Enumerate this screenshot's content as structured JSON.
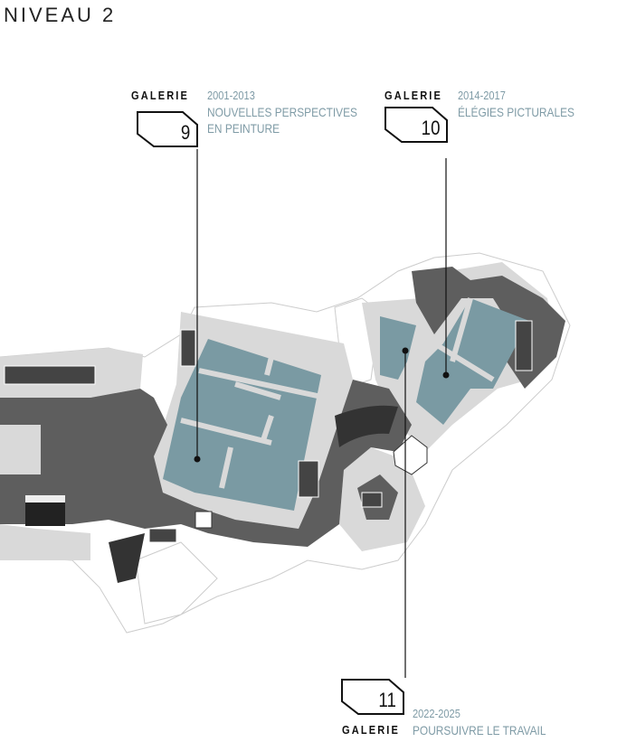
{
  "title": "NIVEAU 2",
  "colors": {
    "gallery": "#7a9aa3",
    "corridor": "#5e5e5e",
    "wall": "#d9d9d9",
    "text_accent": "#7f9ba6"
  },
  "galleries": [
    {
      "label": "GALERIE",
      "number": "9",
      "years": "2001-2013",
      "name_lines": [
        "NOUVELLES PERSPECTIVES",
        "EN PEINTURE"
      ]
    },
    {
      "label": "GALERIE",
      "number": "10",
      "years": "2014-2017",
      "name_lines": [
        "ÉLÉGIES PICTURALES"
      ]
    },
    {
      "label": "GALERIE",
      "number": "11",
      "years": "2022-2025",
      "name_lines": [
        "POURSUIVRE LE TRAVAIL"
      ]
    }
  ]
}
